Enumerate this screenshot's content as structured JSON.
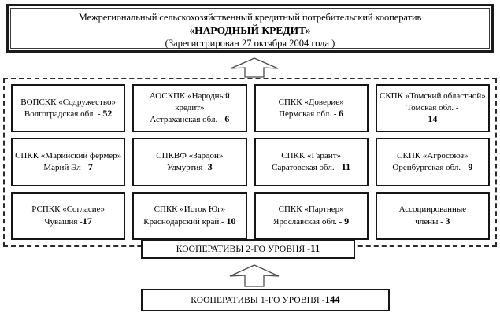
{
  "header": {
    "line1": "Межрегиональный сельскохозяйственный кредитный потребительский кооператив",
    "line2": "«НАРОДНЫЙ КРЕДИТ»",
    "line3": "(Зарегистрирован 27 октября 2004 года )"
  },
  "members": [
    {
      "name": "ВОПСКК «Содружество»",
      "region": "Волгоградская обл. - ",
      "count": "52",
      "wrap": false
    },
    {
      "name": "АОСКПК «Народный кредит»",
      "region": "Астраханская обл. - ",
      "count": "6",
      "wrap": true
    },
    {
      "name": "СПКК «Доверие»",
      "region": "Пермская обл. - ",
      "count": "6",
      "wrap": false
    },
    {
      "name": "СКПК «Томский областной» Томская обл. -",
      "region": "",
      "count": "14",
      "wrap": true
    },
    {
      "name": "СПКК «Марийский фермер» Марий Эл - ",
      "region": "",
      "count": "7",
      "wrap": true
    },
    {
      "name": "СПКВФ «Зардон»",
      "region": "Удмуртия -",
      "count": "3",
      "wrap": false
    },
    {
      "name": "СПКК «Гарант»",
      "region": "Саратовская обл. - ",
      "count": "11",
      "wrap": false
    },
    {
      "name": "СКПК «Агросоюз»",
      "region": "Оренбургская обл. - ",
      "count": "9",
      "wrap": false
    },
    {
      "name": "РСПКК «Согласие»",
      "region": "Чувашия -",
      "count": "17",
      "wrap": false
    },
    {
      "name": "СПКК «Исток Юг»",
      "region": "Краснодарский край.- ",
      "count": "10",
      "wrap": false
    },
    {
      "name": "СПКК «Партнер»",
      "region": "Ярославская обл. - ",
      "count": "9",
      "wrap": false
    },
    {
      "name": "Ассоциированные",
      "region": "члены - ",
      "count": "3",
      "wrap": false
    }
  ],
  "levels": {
    "level2_label": "КООПЕРАТИВЫ 2-ГО  УРОВНЯ - ",
    "level2_count": "11",
    "level1_label": "КООПЕРАТИВЫ 1-ГО УРОВНЯ - ",
    "level1_count": "144"
  },
  "icons": {
    "arrow_up_top": "arrow-up-icon",
    "arrow_up_bottom": "arrow-up-icon"
  },
  "colors": {
    "stroke": "#161616",
    "dashed_stroke": "#2b2b2b",
    "background": "#ffffff"
  }
}
